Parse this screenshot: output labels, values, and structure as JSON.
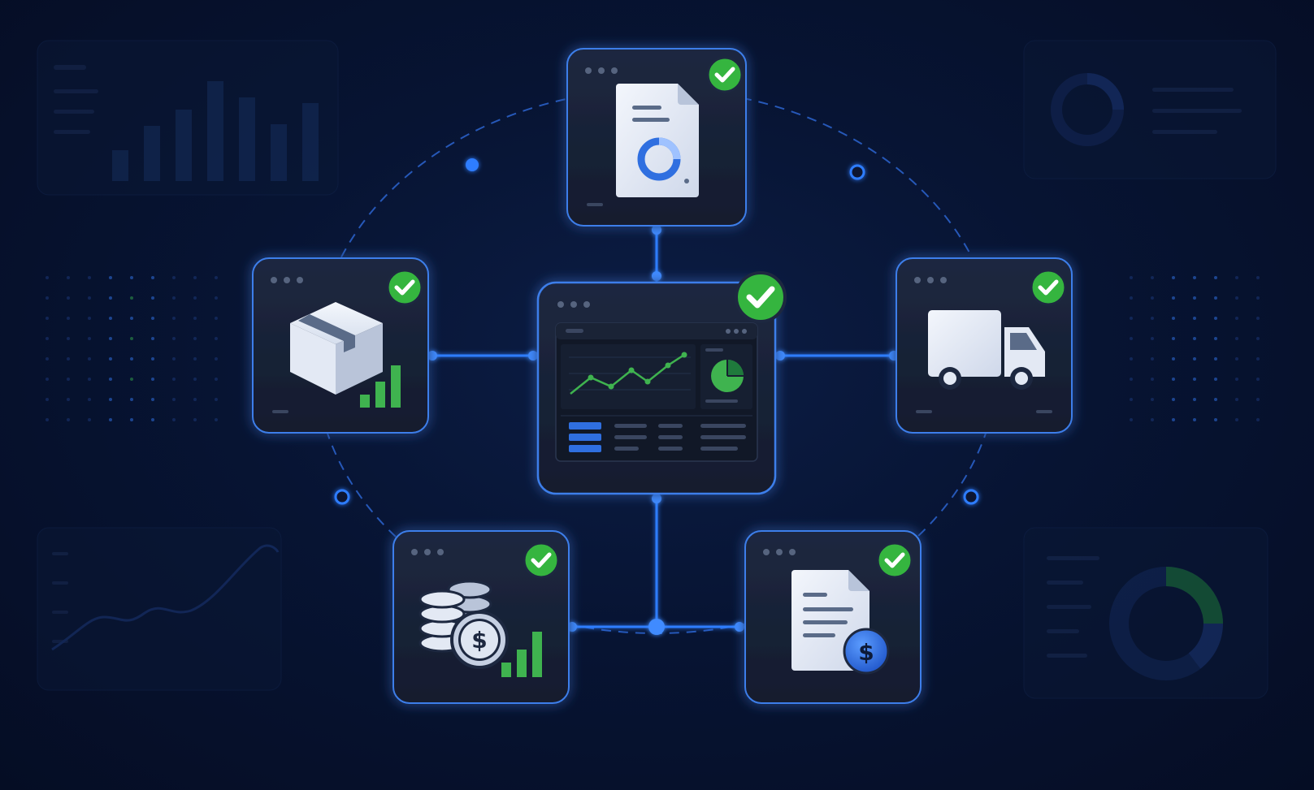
{
  "title": "",
  "colors": {
    "background": "#061231",
    "card_fill": "#1a2338",
    "card_border": "#3d7eea",
    "connector": "#2f7dff",
    "check_green": "#35b53f",
    "chart_green": "#3fb34f",
    "accent_blue": "#2f6fe0"
  },
  "hub": {
    "name": "dashboard",
    "icon": "dashboard-icon",
    "status": "check-icon"
  },
  "nodes": [
    {
      "name": "document-report",
      "icon": "report-document-icon",
      "status": "check-icon"
    },
    {
      "name": "inventory",
      "icon": "package-box-icon",
      "status": "check-icon"
    },
    {
      "name": "shipping",
      "icon": "delivery-truck-icon",
      "status": "check-icon"
    },
    {
      "name": "finance",
      "icon": "coins-dollar-icon",
      "status": "check-icon"
    },
    {
      "name": "invoice",
      "icon": "invoice-dollar-icon",
      "status": "check-icon"
    }
  ],
  "background_panels": [
    {
      "name": "bar-chart-panel",
      "icon": "bar-chart-icon"
    },
    {
      "name": "donut-panel-top",
      "icon": "donut-chart-icon"
    },
    {
      "name": "line-chart-panel",
      "icon": "line-chart-icon"
    },
    {
      "name": "donut-panel-bottom",
      "icon": "donut-chart-icon"
    }
  ]
}
